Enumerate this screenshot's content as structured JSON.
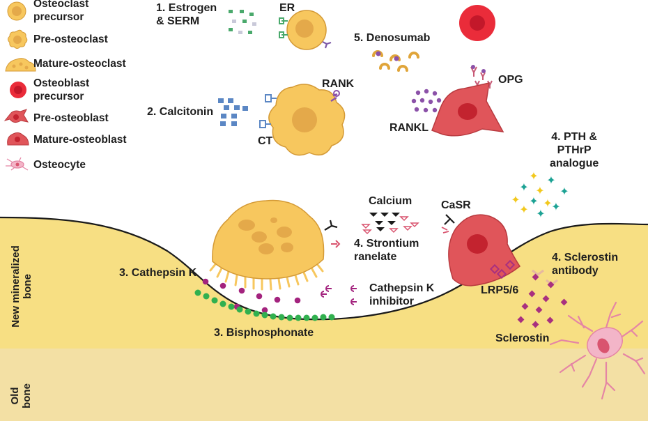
{
  "legend": {
    "osteoclast_precursor": "Osteoclast\nprecursor",
    "pre_osteoclast": "Pre-osteoclast",
    "mature_osteoclast": "Mature-osteoclast",
    "osteoblast_precursor": "Osteoblast\nprecursor",
    "pre_osteoblast": "Pre-osteoblast",
    "mature_osteoblast": "Mature-osteoblast",
    "osteocyte": "Osteocyte"
  },
  "labels": {
    "estrogen_serm": "1.  Estrogen\n& SERM",
    "er": "ER",
    "denosumab": "5.  Denosumab",
    "calcitonin": "2.  Calcitonin",
    "rank": "RANK",
    "ct": "CT",
    "opg": "OPG",
    "rankl": "RANKL",
    "pth": "4. PTH &\nPTHrP\nanalogue",
    "calcium": "Calcium",
    "casr": "CaSR",
    "strontium": "4.  Strontium\nranelate",
    "cathepsin_k": "3.  Cathepsin K",
    "cathepsin_k_inhibitor": "Cathepsin K\ninhibitor",
    "bisphosphonate": "3.  Bisphosphonate",
    "lrp": "LRP5/6",
    "sclerostin_antibody": "4.  Sclerostin\nantibody",
    "sclerostin": "Sclerostin"
  },
  "regions": {
    "new_bone": "New mineralized\nbone",
    "old_bone": "Old\nbone"
  },
  "colors": {
    "bone_new": "#f7df83",
    "bone_old": "#f3e0a4",
    "osteoclast": "#f7c75e",
    "osteoclast_nucleus": "#e4a94a",
    "osteoblast": "#e0555a",
    "osteoblast_nucleus": "#c3232f",
    "erythro": "#ea2c3a",
    "bisphosphonate": "#31b04f",
    "cathepsin": "#a3237e",
    "calcitonin": "#5b87c4",
    "estrogen": "#4aa96c",
    "pth_yellow": "#f2c81d",
    "pth_teal": "#1ca294",
    "rankl": "#8b51a8",
    "sclerostin": "#a8307f",
    "osteocyte": "#e585a5"
  }
}
